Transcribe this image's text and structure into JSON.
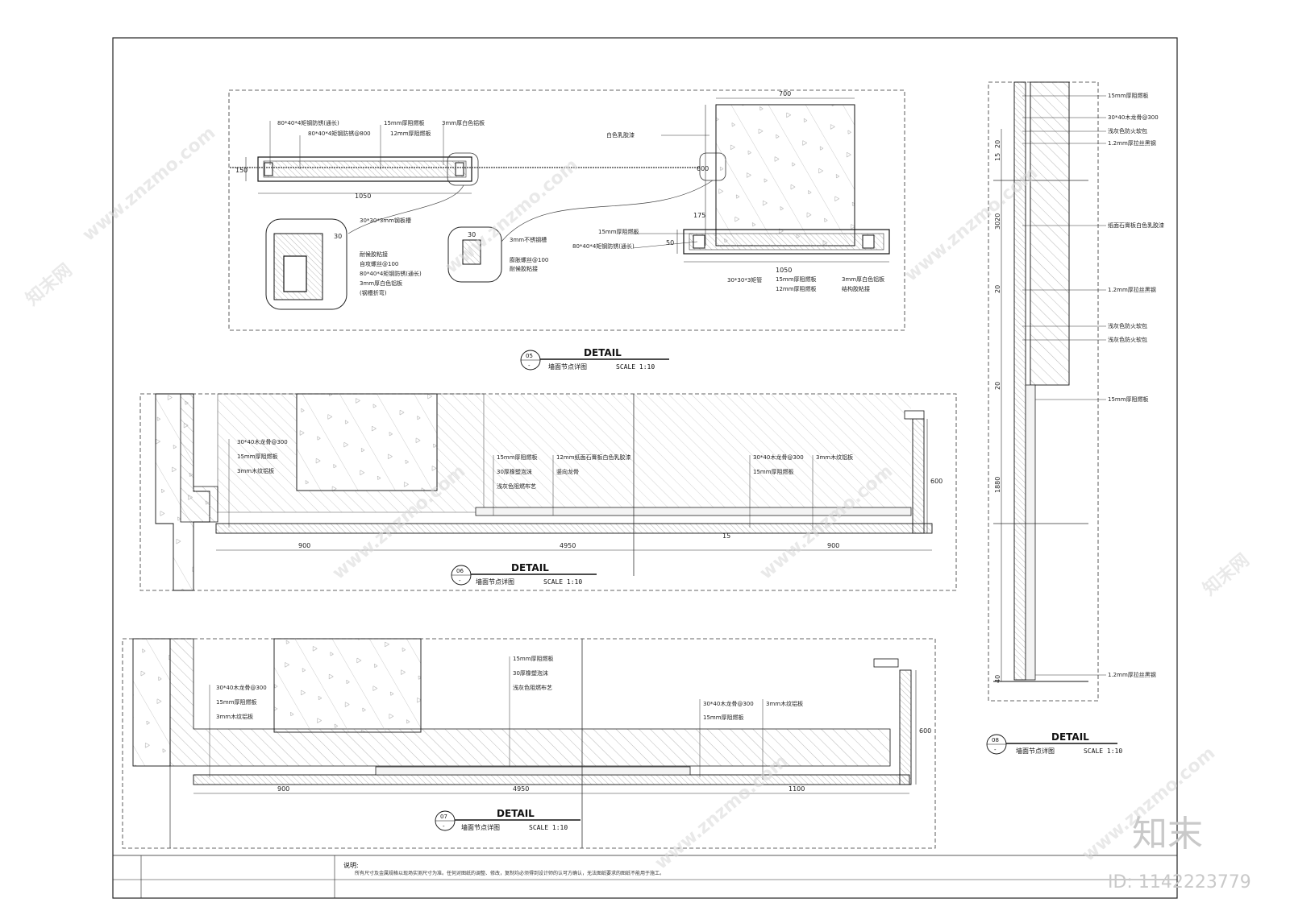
{
  "details": {
    "d05": {
      "number": "05",
      "dash": "-",
      "title": "DETAIL",
      "subtitle": "墙面节点详图",
      "scale": "SCALE 1:10",
      "labels": {
        "tube_full": "80*40*4矩钢防锈(通长)",
        "tube_800": "80*40*4矩钢防锈@800",
        "board15": "15mm厚阻燃板",
        "board12": "12mm厚阻燃板",
        "alu3": "3mm厚白色铝板",
        "white_paint": "白色乳胶漆",
        "channel": "30*30*3mm钢板槽",
        "glue1": "耐候胶粘接",
        "screw": "自攻螺丝@100",
        "tube_full2": "80*40*4矩钢防锈(通长)",
        "alu3_fold": "3mm厚白色铝板",
        "fold_note": "(钢槽折弯)",
        "ss_steel": "3mm不锈钢槽",
        "exp_bolt": "膨胀螺丝@100",
        "glue2": "耐候胶粘接",
        "board15_r": "15mm厚阻燃板",
        "tube_full_r": "80*40*4矩钢防锈(通长)",
        "sq_tube": "30*30*3矩管",
        "board15_b": "15mm厚阻燃板",
        "board12_b": "12mm厚阻燃板",
        "alu3_b": "3mm厚白色铝板",
        "struct_glue": "结构胶粘接"
      },
      "dims": {
        "w_left": "1050",
        "h_left": "150",
        "w_top": "700",
        "h_right": "600",
        "w_right": "175",
        "h_base": "50",
        "w_base": "1050",
        "d30a": "30",
        "d30b": "30"
      }
    },
    "d06": {
      "number": "06",
      "dash": "-",
      "title": "DETAIL",
      "subtitle": "墙面节点详图",
      "scale": "SCALE 1:10",
      "labels": {
        "keel": "30*40木龙骨@300",
        "board15": "15mm厚阻燃板",
        "wood_alu": "3mm木纹铝板",
        "board15_m": "15mm厚阻燃板",
        "foam": "30厚橡塑泡沫",
        "fabric": "浅灰色阻燃布艺",
        "gypsum": "12mm纸面石膏板白色乳胶漆",
        "v_keel": "竖向龙骨",
        "keel_r": "30*40木龙骨@300",
        "board15_r": "15mm厚阻燃板",
        "wood_alu_r": "3mm木纹铝板"
      },
      "dims": {
        "w1": "900",
        "w2": "4950",
        "w3": "900",
        "h": "600",
        "d15": "15"
      }
    },
    "d07": {
      "number": "07",
      "dash": "-",
      "title": "DETAIL",
      "subtitle": "墙面节点详图",
      "scale": "SCALE 1:10",
      "labels": {
        "board15_m": "15mm厚阻燃板",
        "foam": "30厚橡塑泡沫",
        "fabric": "浅灰色阻燃布艺",
        "keel": "30*40木龙骨@300",
        "board15": "15mm厚阻燃板",
        "wood_alu": "3mm木纹铝板",
        "keel_r": "30*40木龙骨@300",
        "wood_alu_r": "3mm木纹铝板",
        "board15_r": "15mm厚阻燃板"
      },
      "dims": {
        "w1": "900",
        "w2": "4950",
        "w3": "1100",
        "h": "600"
      }
    },
    "d08": {
      "number": "08",
      "dash": "-",
      "title": "DETAIL",
      "subtitle": "墙面节点详图",
      "scale": "SCALE 1:10",
      "labels": {
        "board15": "15mm厚阻燃板",
        "keel": "30*40木龙骨@300",
        "soft1": "浅灰色防火软包",
        "steel1": "1.2mm厚拉丝黑钢",
        "gypsum": "纸面石膏板白色乳胶漆",
        "steel2": "1.2mm厚拉丝黑钢",
        "soft2": "浅灰色防火软包",
        "soft3": "浅灰色防火软包",
        "board15_b": "15mm厚阻燃板",
        "steel3": "1.2mm厚拉丝黑钢"
      },
      "dims": {
        "h1": "3020",
        "h2": "1880",
        "d20a": "20",
        "d15": "15",
        "d20b": "20",
        "d40": "40",
        "d20c": "20"
      }
    }
  },
  "footer": {
    "note_label": "说明:",
    "note_text": "所有尺寸及金属规格以现场实测尺寸为准。任何对图纸的调整、修改，复制均必须得到设计师的认可方确认，无法图纸要求的图纸不能用于施工。"
  },
  "watermark": {
    "site": "www.znzmo.com",
    "brand_cn": "知末网",
    "brand": "知末",
    "id": "ID: 1142223779"
  }
}
